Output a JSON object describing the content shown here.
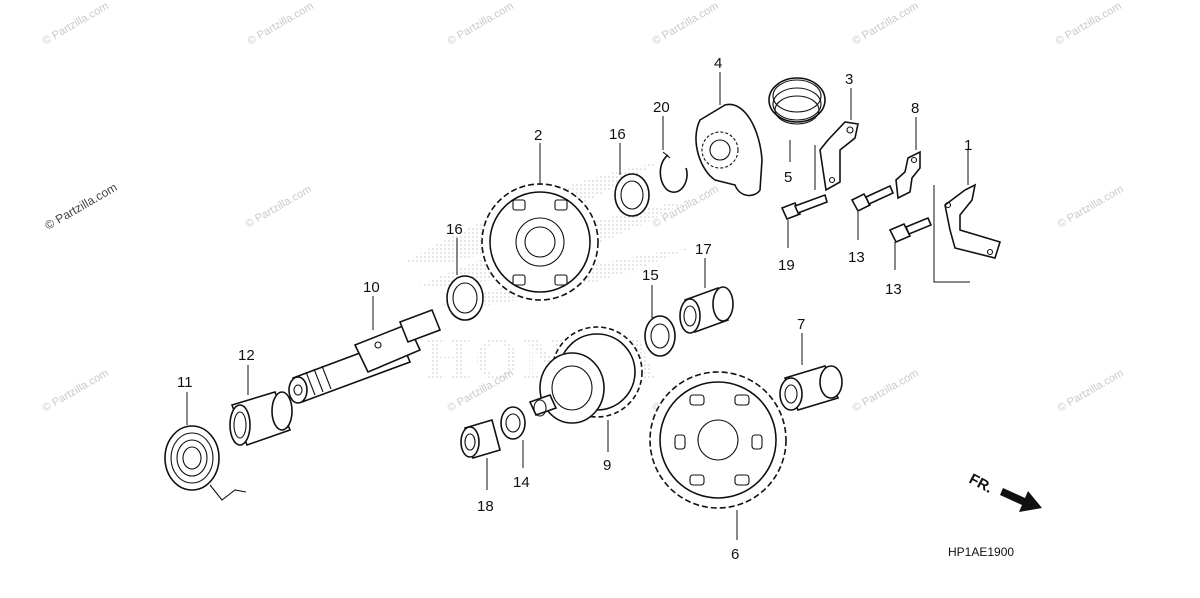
{
  "watermark": "© Partzilla.com",
  "diagram_code": "HP1AE1900",
  "front_arrow_label": "FR.",
  "background_logo": "HONDA",
  "callouts": {
    "c1": "1",
    "c2": "2",
    "c3": "3",
    "c4": "4",
    "c5": "5",
    "c6": "6",
    "c7": "7",
    "c8": "8",
    "c9": "9",
    "c10": "10",
    "c11": "11",
    "c12": "12",
    "c13a": "13",
    "c13b": "13",
    "c14": "14",
    "c15": "15",
    "c16a": "16",
    "c16b": "16",
    "c17": "17",
    "c18": "18",
    "c19": "19",
    "c20": "20"
  }
}
